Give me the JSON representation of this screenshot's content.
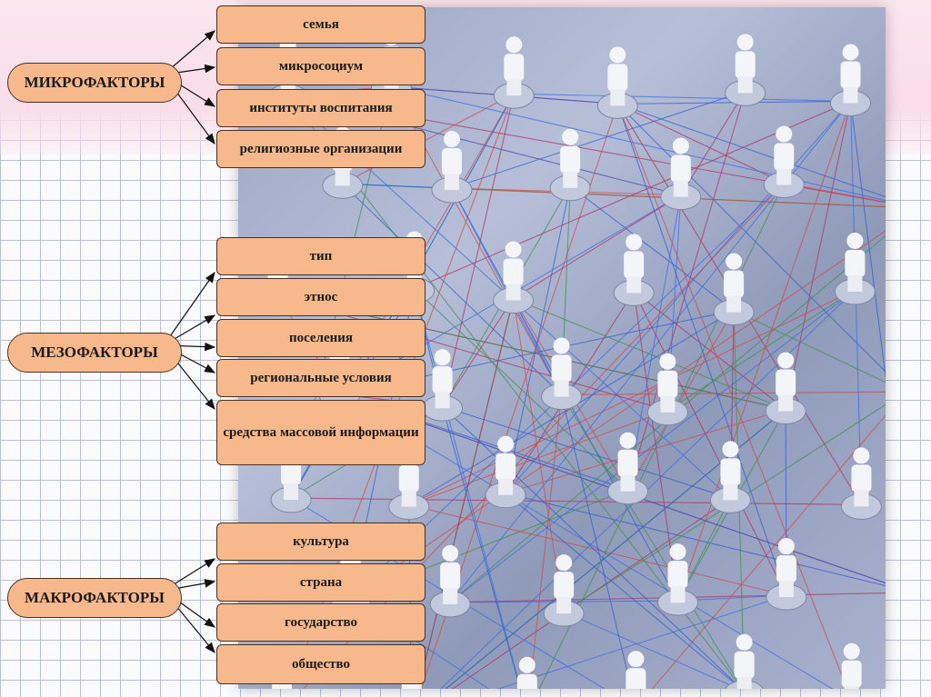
{
  "groups": [
    {
      "label": "МИКРОФАКТОРЫ",
      "items": [
        "семья",
        "микросоциум",
        "институты воспитания",
        "религиозные организации"
      ]
    },
    {
      "label": "МЕЗОФАКТОРЫ",
      "items": [
        "тип",
        "этнос",
        "поселения",
        "региональные условия",
        "средства массовой информации"
      ]
    },
    {
      "label": "МАКРОФАКТОРЫ",
      "items": [
        "культура",
        "страна",
        "государство",
        "общество"
      ]
    }
  ],
  "colors": {
    "box_fill": "#f7b98b",
    "box_border": "#4a3020",
    "background_band": "#fce6ee",
    "grid_line": "#b9bfd6"
  },
  "image": {
    "subject": "network-of-people-figures"
  }
}
